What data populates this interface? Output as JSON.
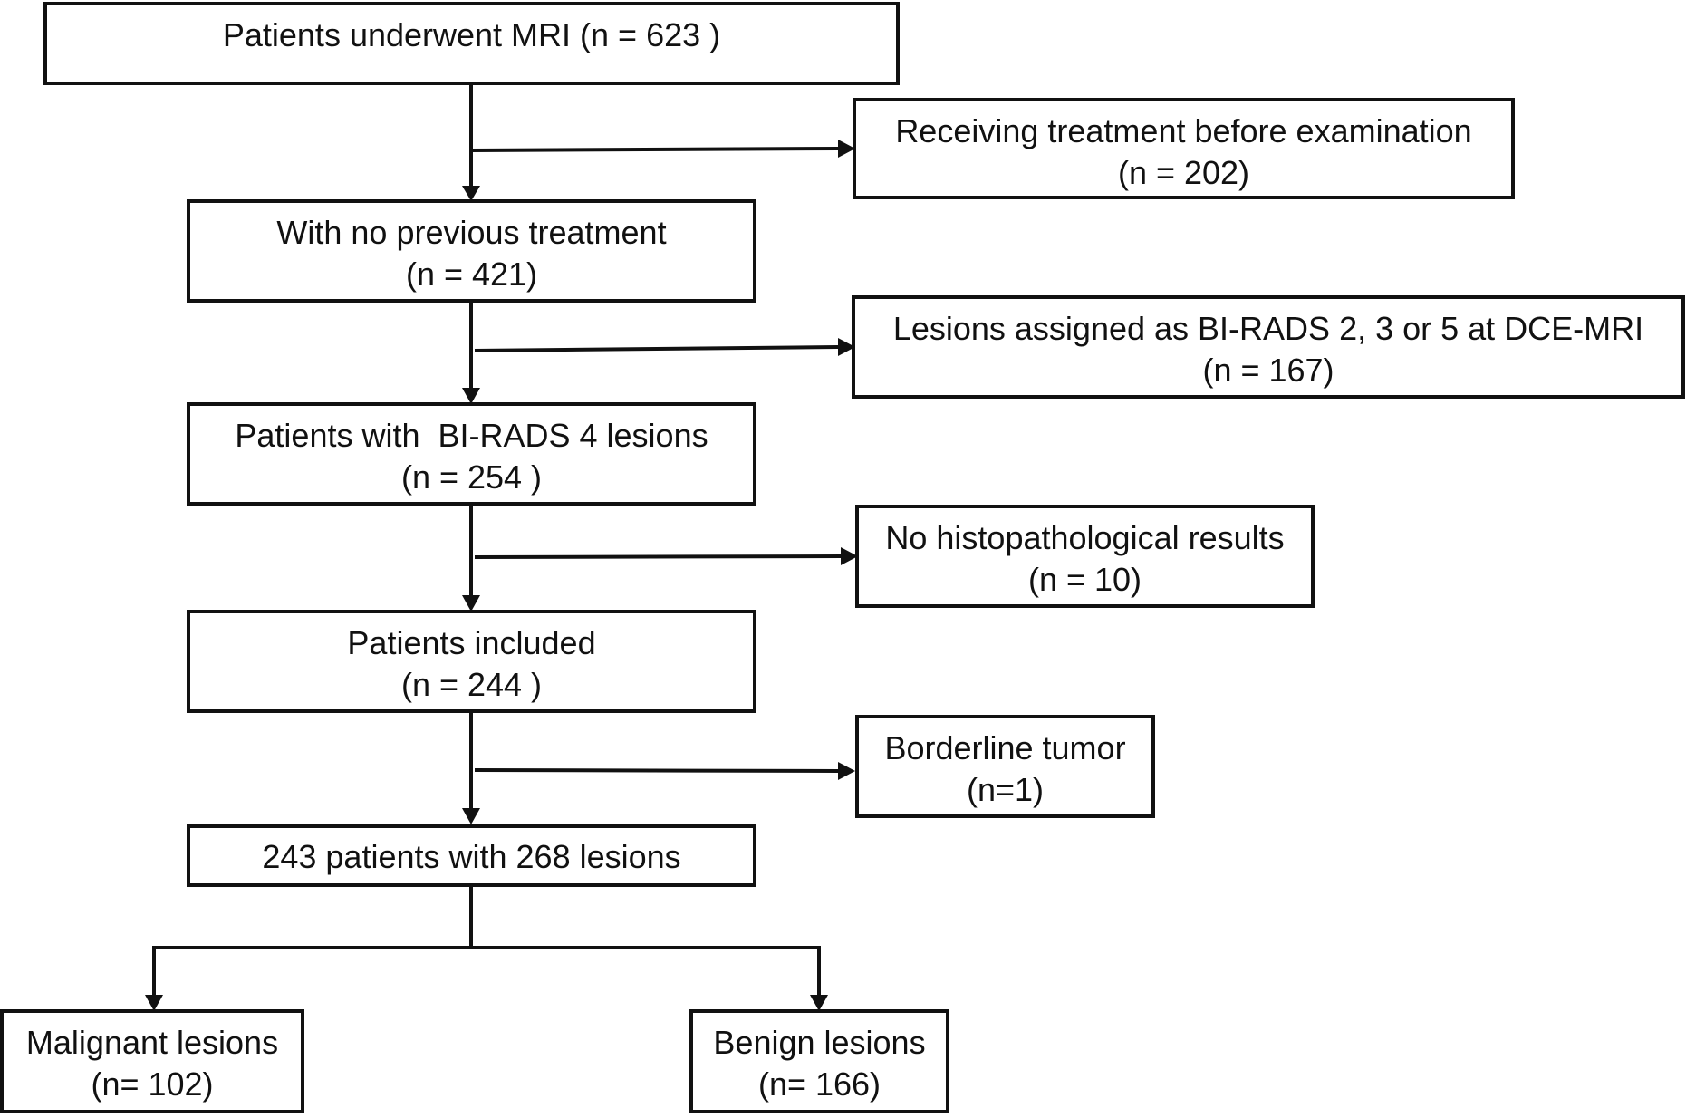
{
  "boxes": {
    "mri": {
      "line1": "Patients underwent MRI (n = 623 )"
    },
    "excl_treatment": {
      "line1": "Receiving treatment before examination",
      "line2": "(n = 202)"
    },
    "no_prev_treatment": {
      "line1": "With no previous treatment",
      "line2": "(n = 421)"
    },
    "excl_birads": {
      "line1": "Lesions assigned as BI-RADS 2, 3 or 5 at DCE-MRI",
      "line2": "(n = 167)"
    },
    "birads4": {
      "line1": "Patients with  BI-RADS 4 lesions",
      "line2": "(n = 254 )"
    },
    "excl_histo": {
      "line1": "No histopathological results",
      "line2": "(n = 10)"
    },
    "included": {
      "line1": "Patients included",
      "line2": "(n = 244 )"
    },
    "excl_borderline": {
      "line1": "Borderline tumor",
      "line2": "(n=1)"
    },
    "lesions": {
      "line1": "243 patients with 268 lesions"
    },
    "malignant": {
      "line1": "Malignant lesions",
      "line2": "(n= 102)"
    },
    "benign": {
      "line1": "Benign lesions",
      "line2": "(n= 166)"
    }
  },
  "colors": {
    "stroke": "#111111",
    "background": "#ffffff"
  }
}
